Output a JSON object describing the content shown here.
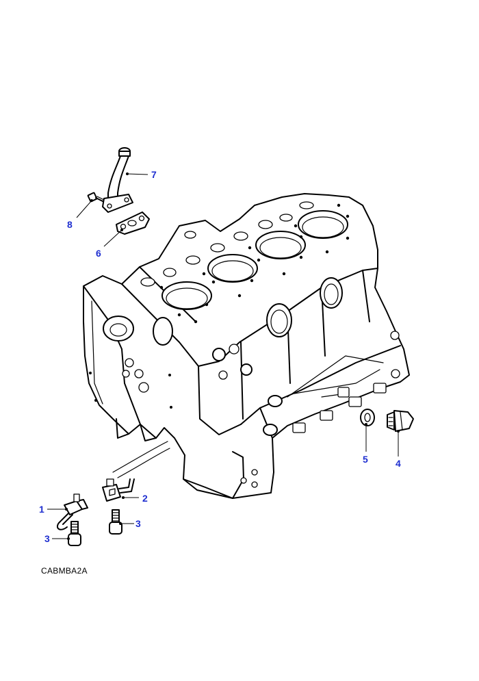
{
  "diagram": {
    "reference_code": "CABMBA2A",
    "callouts": [
      {
        "id": "callout-1",
        "label": "1"
      },
      {
        "id": "callout-2",
        "label": "2"
      },
      {
        "id": "callout-3a",
        "label": "3"
      },
      {
        "id": "callout-3b",
        "label": "3"
      },
      {
        "id": "callout-4",
        "label": "4"
      },
      {
        "id": "callout-5",
        "label": "5"
      },
      {
        "id": "callout-6",
        "label": "6"
      },
      {
        "id": "callout-7",
        "label": "7"
      },
      {
        "id": "callout-8",
        "label": "8"
      }
    ],
    "colors": {
      "callout": "#1f2fd0",
      "line": "#000000",
      "background": "#ffffff"
    }
  }
}
